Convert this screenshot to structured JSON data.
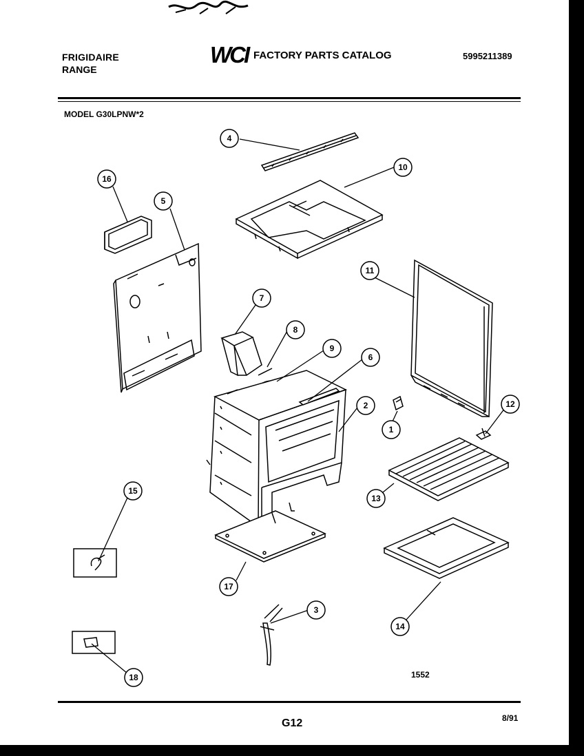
{
  "header": {
    "brand": "FRIGIDAIRE",
    "product_type": "RANGE",
    "logo_text": "WCI",
    "catalog_title": "FACTORY PARTS CATALOG",
    "catalog_number": "5995211389"
  },
  "model_line": "MODEL G30LPNW*2",
  "callouts": [
    "4",
    "10",
    "16",
    "5",
    "11",
    "7",
    "8",
    "9",
    "6",
    "2",
    "12",
    "1",
    "13",
    "15",
    "17",
    "3",
    "14",
    "18"
  ],
  "figure_number": "1552",
  "footer": {
    "page_code": "G12",
    "date": "8/91"
  }
}
